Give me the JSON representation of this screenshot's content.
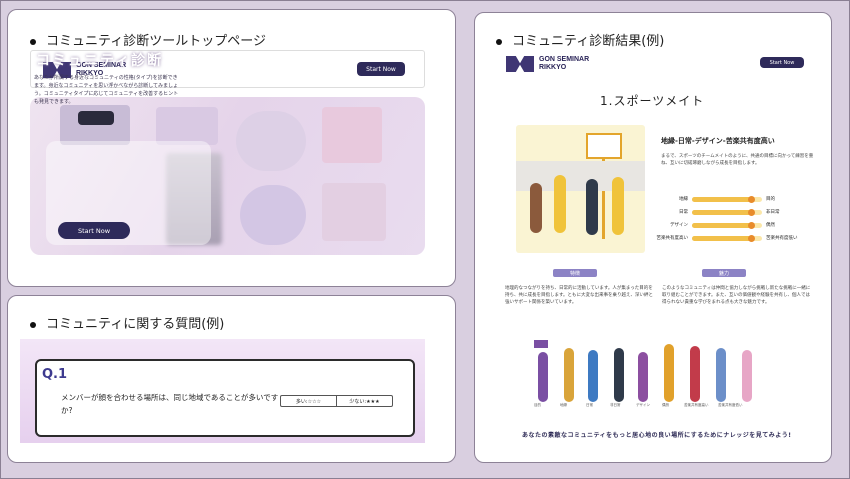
{
  "panels": {
    "top_page_heading": "コミュニティ診断ツールトップページ",
    "question_heading": "コミュニティに関する質問(例)",
    "result_heading": "コミュニティ診断結果(例)"
  },
  "brand": {
    "line1": "GON SEMINAR",
    "line2": "RIKKYO"
  },
  "nav": {
    "start_label": "Start Now"
  },
  "hero": {
    "title": "コミュニティ診断",
    "description": "あなたが所属する身近なコミュニティの性格(タイプ)を診断できます。身近なコミュニティを思い浮かべながら診断してみましょう。コミュニティタイプに応じてコミュニティを改善するヒントも発見できます。",
    "start_label": "Start Now"
  },
  "question": {
    "number": "Q.1",
    "text": "メンバーが顔を合わせる場所は、同じ地域であることが多いですか?",
    "options": [
      "多い:☆☆☆",
      "少ない:★★★"
    ]
  },
  "result": {
    "start_label": "Start Now",
    "title": "1.スポーツメイト",
    "subtitle": "地縁-日常-デザイン-苦楽共有度高い",
    "description": "まるで、スポーツのチームメイトのように、共通の目標に向かって練習を重ね、互いに切磋琢磨しながら成長を目指します。",
    "bars": [
      {
        "left": "地縁",
        "right": "目的",
        "value": 0.85
      },
      {
        "left": "日常",
        "right": "非日常",
        "value": 0.85
      },
      {
        "left": "デザイン",
        "right": "偶然",
        "value": 0.85
      },
      {
        "left": "苦楽共有度高い",
        "right": "苦楽共有度低い",
        "value": 0.85
      }
    ],
    "feature_label": "特徴",
    "charm_label": "魅力",
    "feature_text": "地理的なつながりを持ち、日常的に活動しています。人が集まった目的を持ち、共に成長を目指します。ともに大変な出来事を乗り越え、深い絆と強いサポート関係を築いています。",
    "charm_text": "このようなコミュニティは仲間と協力しながら挑戦し新たな挑戦に一緒に取り組むことができます。また、互いの価値観や経験を共有し、個人では得られない貴重な学びをまれる点も大きな魅力です。",
    "figure_labels": [
      "目的",
      "地縁",
      "日常",
      "非日常",
      "デザイン",
      "偶然",
      "苦楽共有度高い",
      "苦楽共有度低い"
    ],
    "footer": "あなたの素敵なコミュニティをもっと居心地の良い場所にするためにナレッジを見てみよう!"
  },
  "colors": {
    "accent": "#2e2a5a",
    "bar_fill": "#f2c04a",
    "pill": "#8c83c5",
    "question_number": "#3d3a8f"
  }
}
